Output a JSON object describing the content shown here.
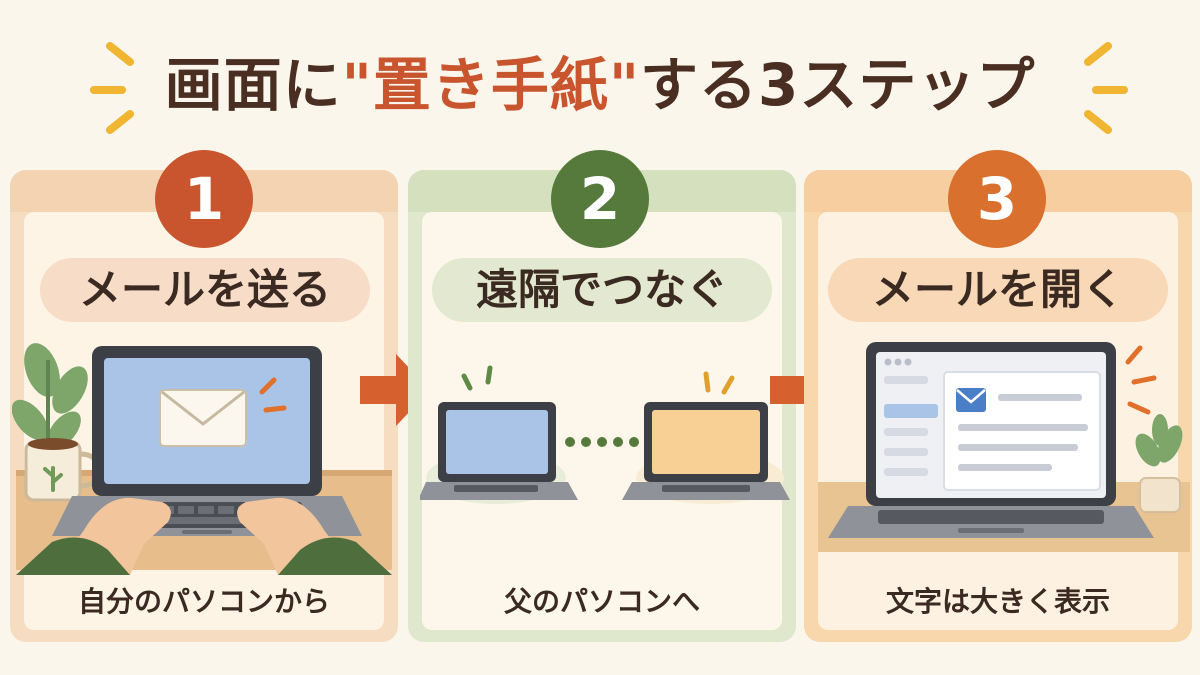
{
  "title": {
    "part1": "画面に",
    "accent": "\"置き手紙\"",
    "part2": "する3ステップ"
  },
  "colors": {
    "background": "#fbf6ec",
    "title": "#4a2e22",
    "accent": "#c9552f",
    "step1": "#c9552f",
    "step2": "#557a3c",
    "step3": "#d9702d",
    "arrow": "#d6602e",
    "spark": "#f0b531"
  },
  "steps": [
    {
      "number": "1",
      "label": "メールを送る",
      "caption": "自分のパソコンから",
      "icon": "laptop-typing-email-icon"
    },
    {
      "number": "2",
      "label": "遠隔でつなぐ",
      "caption": "父のパソコンへ",
      "icon": "two-laptops-connected-icon"
    },
    {
      "number": "3",
      "label": "メールを開く",
      "caption": "文字は大きく表示",
      "icon": "laptop-open-email-icon"
    }
  ]
}
